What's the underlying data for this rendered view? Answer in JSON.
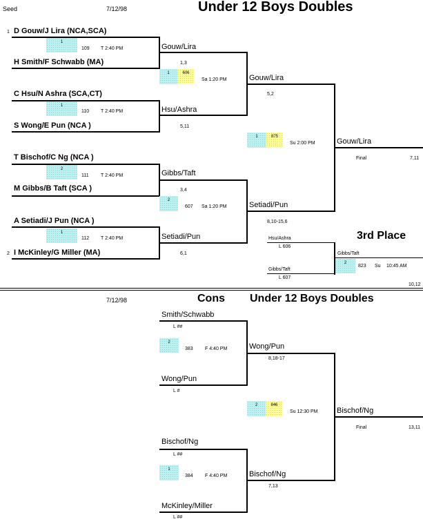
{
  "header": {
    "seed_label": "Seed",
    "date": "7/12/98",
    "title": "Under 12 Boys Doubles"
  },
  "main": {
    "seeds": [
      "1",
      "2"
    ],
    "r1": [
      {
        "top": "D Gouw/J Lira (NCA,SCA)",
        "bottom": "H Smith/F Schwabb (MA)",
        "court": "1",
        "match": "109",
        "time": "T 2:40 PM",
        "winner": "Gouw/Lira",
        "score": "1,3"
      },
      {
        "top": "C Hsu/N Ashra (SCA,CT)",
        "bottom": "S Wong/E Pun (NCA )",
        "court": "1",
        "match": "110",
        "time": "T 2:40 PM",
        "winner": "Hsu/Ashra",
        "score": "5,11"
      },
      {
        "top": "T Bischof/C Ng (NCA )",
        "bottom": "M Gibbs/B Taft (SCA )",
        "court": "2",
        "match": "111",
        "time": "T 2:40 PM",
        "winner": "Gibbs/Taft",
        "score": "3,4"
      },
      {
        "top": "A Setiadi/J Pun (NCA )",
        "bottom": "I McKinley/G Miller (MA)",
        "court": "1",
        "match": "112",
        "time": "T 2:40 PM",
        "winner": "Setiadi/Pun",
        "score": "6,1"
      }
    ],
    "r2": [
      {
        "court": "1",
        "match": "606",
        "time": "Sa 1:20 PM",
        "winner": "Gouw/Lira",
        "score": "5,2"
      },
      {
        "court": "2",
        "match": "607",
        "time": "Sa 1:20 PM",
        "winner": "Setiadi/Pun",
        "score": "8,10-15,6"
      }
    ],
    "final": {
      "court": "1",
      "match": "875",
      "time": "Su 2:00 PM",
      "winner": "Gouw/Lira",
      "label": "Final",
      "score": "7,11"
    },
    "third": {
      "title": "3rd Place",
      "top": "Hsu/Ashra",
      "top_note": "L 606",
      "bottom": "Gibbs/Taft",
      "bottom_note": "L 607",
      "winner": "Gibbs/Taft",
      "court": "2",
      "match": "823",
      "day": "Su",
      "time": "10:45 AM",
      "score": "10,12"
    }
  },
  "cons": {
    "date": "7/12/98",
    "label": "Cons",
    "title": "Under 12 Boys Doubles",
    "r1": [
      {
        "top": "Smith/Schwabb",
        "top_note": "L  ##",
        "bottom": "Wong/Pun",
        "bottom_note": "L   #",
        "court": "2",
        "match": "383",
        "time": "F 4:40 PM",
        "winner": "Wong/Pun",
        "score": "8,18-17"
      },
      {
        "top": "Bischof/Ng",
        "top_note": "L  ##",
        "bottom": "McKinley/Miller",
        "bottom_note": "L  ##",
        "court": "1",
        "match": "384",
        "time": "F 4:40 PM",
        "winner": "Bischof/Ng",
        "score": "7,13"
      }
    ],
    "final": {
      "court": "2",
      "match": "846",
      "time": "Su 12:30 PM",
      "winner": "Bischof/Ng",
      "label": "Final",
      "score": "13,11"
    }
  }
}
